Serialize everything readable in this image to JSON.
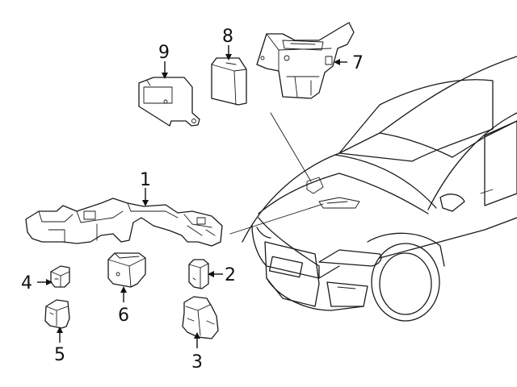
{
  "callouts": [
    {
      "id": "1",
      "label": "1"
    },
    {
      "id": "2",
      "label": "2"
    },
    {
      "id": "3",
      "label": "3"
    },
    {
      "id": "4",
      "label": "4"
    },
    {
      "id": "5",
      "label": "5"
    },
    {
      "id": "6",
      "label": "6"
    },
    {
      "id": "7",
      "label": "7"
    },
    {
      "id": "8",
      "label": "8"
    },
    {
      "id": "9",
      "label": "9"
    }
  ],
  "colors": {
    "ink": "#1a1a1a",
    "background": "#ffffff"
  }
}
